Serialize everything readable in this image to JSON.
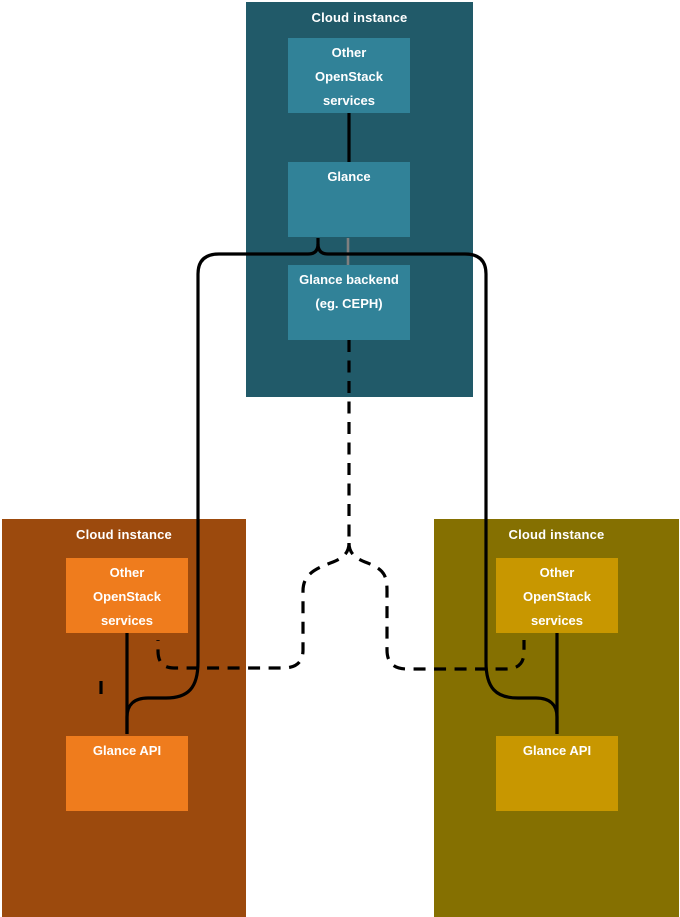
{
  "clouds": {
    "top": {
      "title": "Cloud instance",
      "bg_color": "#215a69",
      "box_color": "#318298",
      "services": {
        "lines": [
          "Other",
          "OpenStack",
          "services"
        ]
      },
      "glance": {
        "label": "Glance"
      },
      "backend": {
        "lines": [
          "Glance backend",
          "(eg. CEPH)"
        ]
      }
    },
    "left": {
      "title": "Cloud instance",
      "bg_color": "#9c4a0d",
      "box_color": "#ef7c1d",
      "services": {
        "lines": [
          "Other",
          "OpenStack",
          "services"
        ]
      },
      "api": {
        "label": "Glance API"
      }
    },
    "right": {
      "title": "Cloud instance",
      "bg_color": "#857001",
      "box_color": "#c89700",
      "services": {
        "lines": [
          "Other",
          "OpenStack",
          "services"
        ]
      },
      "api": {
        "label": "Glance API"
      }
    }
  },
  "connectors": {
    "solid_color": "#000000",
    "gray_color": "#7f7f7f",
    "dash_pattern": "12 8.5",
    "styles": [
      "solid",
      "dashed",
      "gray"
    ]
  }
}
